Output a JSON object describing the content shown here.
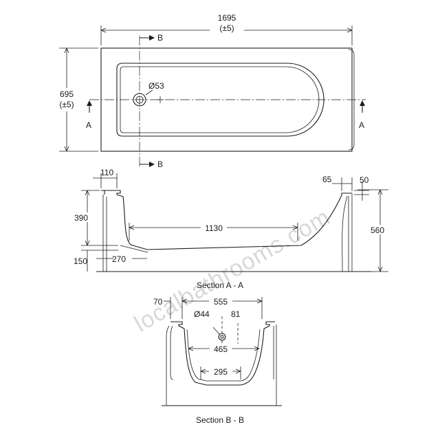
{
  "watermark": "localbathrooms.com",
  "plan": {
    "length": "1695",
    "length_tol": "(±5)",
    "width": "695",
    "width_tol": "(±5)",
    "waste": "Ø53",
    "section_marker_a": "A",
    "section_marker_b": "B"
  },
  "section_a": {
    "caption": "Section A - A",
    "rim_left": "110",
    "rim_right_a": "65",
    "rim_right_b": "50",
    "depth": "390",
    "floor_length": "1130",
    "overall_height": "560",
    "base_height": "150",
    "waste_offset": "270"
  },
  "section_b": {
    "caption": "Section B - B",
    "rim": "70",
    "top_width": "555",
    "waste": "Ø44",
    "waste_offset": "81",
    "mid_width": "465",
    "base_width": "295"
  }
}
